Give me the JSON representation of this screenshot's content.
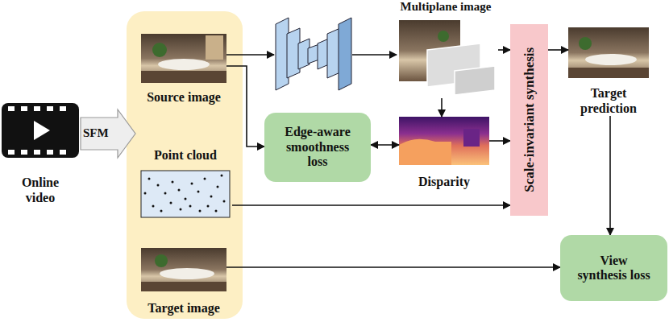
{
  "diagram": {
    "nodes": [
      {
        "text": [
          "Online video"
        ]
      },
      {
        "text": [
          "Source image"
        ]
      },
      {
        "text": [
          "Point cloud"
        ]
      },
      {
        "text": [
          "Target image"
        ]
      },
      {
        "text": [
          "Multiplane image"
        ]
      },
      {
        "text": [
          "Disparity"
        ]
      },
      {
        "text": [
          "Edge-aware smoothness loss"
        ]
      },
      {
        "text": [
          "Scale-invariant synthesis"
        ]
      },
      {
        "text": [
          "Target prediction"
        ]
      },
      {
        "text": [
          "View synthesis loss"
        ]
      }
    ],
    "edges": [
      {
        "from": 1,
        "to": 6,
        "arrow": "to"
      },
      {
        "from": 4,
        "to": 5,
        "arrow": "to"
      },
      {
        "from": 5,
        "to": 6,
        "arrow": "both"
      },
      {
        "from": 4,
        "to": 7,
        "arrow": "to"
      },
      {
        "from": 5,
        "to": 7,
        "arrow": "to"
      },
      {
        "from": 2,
        "to": 7,
        "arrow": "to"
      },
      {
        "from": 7,
        "to": 8,
        "arrow": "to"
      },
      {
        "from": 8,
        "to": 9,
        "arrow": "to"
      },
      {
        "from": 3,
        "to": 9,
        "arrow": "to"
      }
    ],
    "labels": [
      "SFM"
    ]
  }
}
